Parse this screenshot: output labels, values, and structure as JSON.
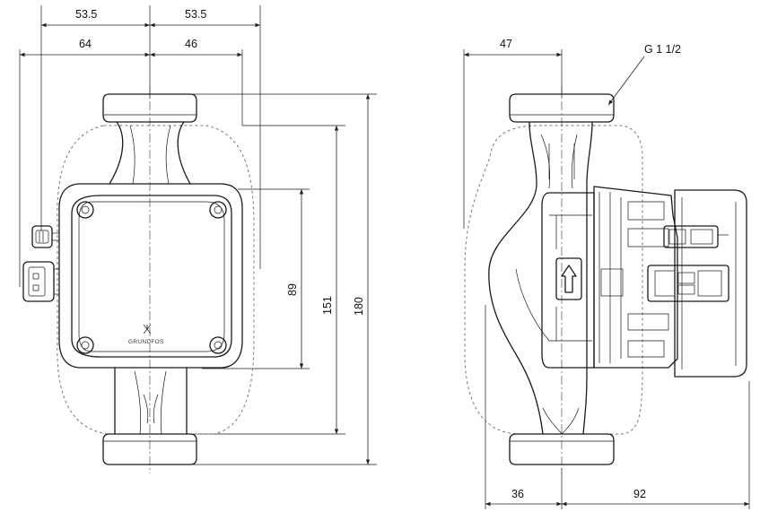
{
  "front_view": {
    "dim_top_left": "53.5",
    "dim_top_right": "53.5",
    "dim_second_left": "64",
    "dim_second_right": "46",
    "dim_height_inner": "89",
    "dim_height_mid": "151",
    "dim_height_total": "180",
    "brand_logo_text": "GRUNDFOS"
  },
  "side_view": {
    "dim_top": "47",
    "thread_label": "G 1 1/2",
    "dim_bottom_left": "36",
    "dim_bottom_right": "92"
  }
}
